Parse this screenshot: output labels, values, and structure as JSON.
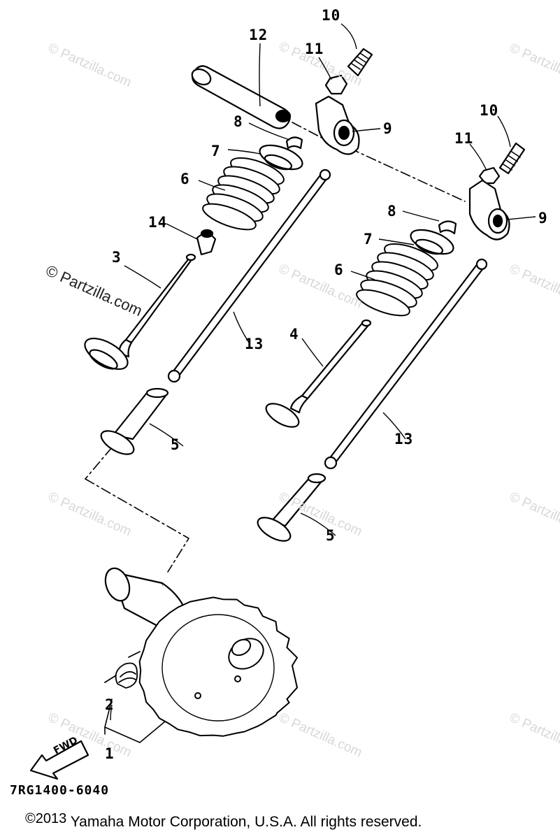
{
  "watermarks": {
    "text": "© Partzilla.com",
    "main_text": "© Partzilla.com"
  },
  "callouts": [
    "1",
    "2",
    "3",
    "4",
    "5",
    "5",
    "6",
    "6",
    "7",
    "7",
    "8",
    "8",
    "9",
    "9",
    "10",
    "10",
    "11",
    "11",
    "12",
    "13",
    "13",
    "14"
  ],
  "fwd_label": "FWD",
  "part_code": "7RG1400-6040",
  "footer": {
    "year": "©2013",
    "text": "Yamaha Motor Corporation, U.S.A. All rights reserved."
  }
}
